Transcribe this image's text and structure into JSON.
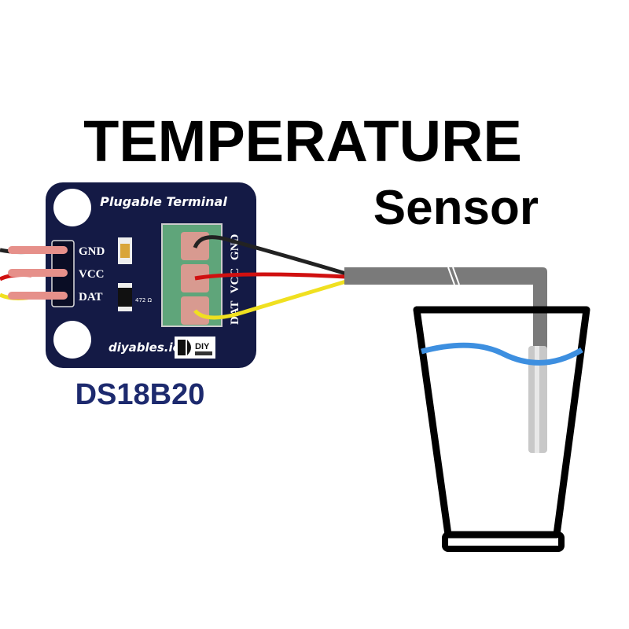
{
  "title": {
    "line1": "TEMPERATURE",
    "line2": "Sensor"
  },
  "module": {
    "header": "Plugable Terminal",
    "pins": [
      "GND",
      "VCC",
      "DAT"
    ],
    "terminal_labels": [
      "DAT",
      "VCC",
      "GND"
    ],
    "resistor_label": "472 Ω",
    "brand": "diyables.io",
    "logo_text": "DIY",
    "model": "DS18B20"
  },
  "colors": {
    "board": "#141a45",
    "terminal": "#5fa57a",
    "wire_gnd": "#222222",
    "wire_vcc": "#d01010",
    "wire_dat": "#f0e020",
    "water": "#3d8fe0",
    "model_text": "#1d2a6e",
    "cable": "#7a7a7a"
  }
}
